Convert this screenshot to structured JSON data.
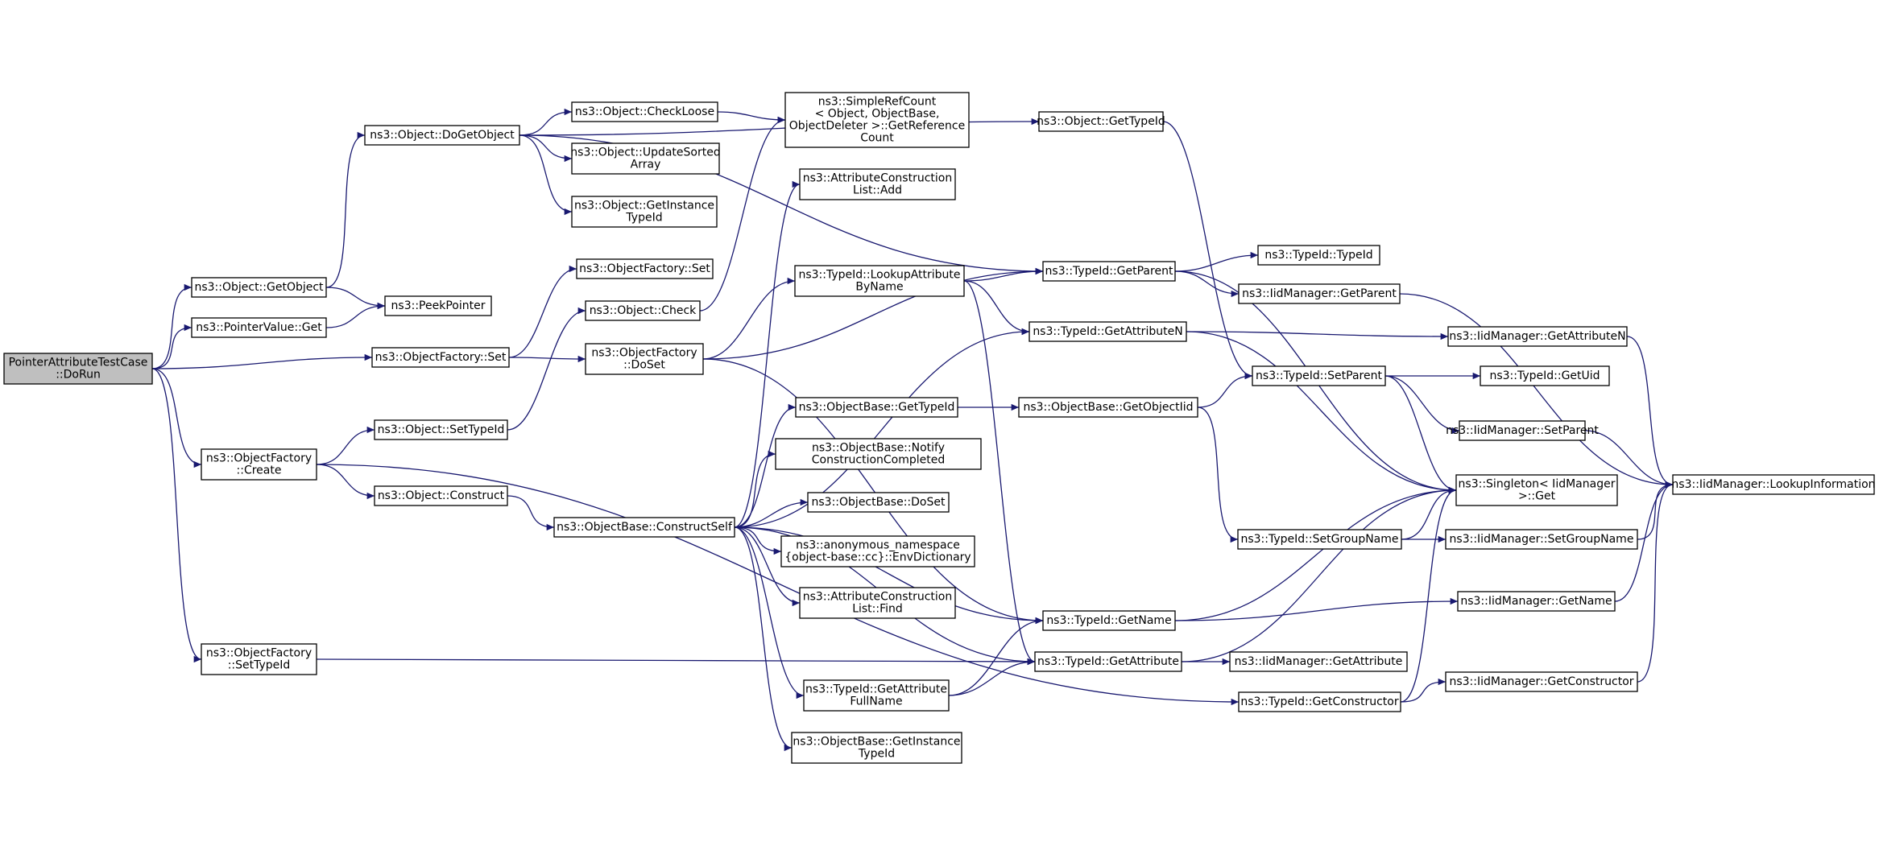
{
  "graph": {
    "edge_color": "#191970",
    "root_fill": "#bfbfbf",
    "nodes": [
      {
        "id": "n0",
        "lines": [
          "PointerAttributeTestCase",
          "::DoRun"
        ],
        "root": true
      },
      {
        "id": "n1",
        "lines": [
          "ns3::Object::GetObject"
        ]
      },
      {
        "id": "n2",
        "lines": [
          "ns3::PointerValue::Get"
        ]
      },
      {
        "id": "n3",
        "lines": [
          "ns3::ObjectFactory::Set"
        ]
      },
      {
        "id": "n4",
        "lines": [
          "ns3::ObjectFactory",
          "::Create"
        ]
      },
      {
        "id": "n5",
        "lines": [
          "ns3::ObjectFactory",
          "::SetTypeId"
        ]
      },
      {
        "id": "n6",
        "lines": [
          "ns3::Object::DoGetObject"
        ]
      },
      {
        "id": "n7",
        "lines": [
          "ns3::PeekPointer"
        ]
      },
      {
        "id": "n8",
        "lines": [
          "ns3::ObjectFactory::Set"
        ]
      },
      {
        "id": "n9",
        "lines": [
          "ns3::Object::Check"
        ]
      },
      {
        "id": "n10",
        "lines": [
          "ns3::ObjectFactory",
          "::DoSet"
        ]
      },
      {
        "id": "n11",
        "lines": [
          "ns3::Object::SetTypeId"
        ]
      },
      {
        "id": "n12",
        "lines": [
          "ns3::Object::Construct"
        ]
      },
      {
        "id": "n13",
        "lines": [
          "ns3::Object::CheckLoose"
        ]
      },
      {
        "id": "n14",
        "lines": [
          "ns3::Object::UpdateSorted",
          "Array"
        ]
      },
      {
        "id": "n15",
        "lines": [
          "ns3::Object::GetInstance",
          "TypeId"
        ]
      },
      {
        "id": "n16",
        "lines": [
          "ns3::SimpleRefCount",
          "< Object, ObjectBase,",
          "ObjectDeleter >::GetReference",
          "Count"
        ]
      },
      {
        "id": "n17",
        "lines": [
          "ns3::AttributeConstruction",
          "List::Add"
        ]
      },
      {
        "id": "n18",
        "lines": [
          "ns3::TypeId::LookupAttribute",
          "ByName"
        ]
      },
      {
        "id": "n19",
        "lines": [
          "ns3::ObjectBase::ConstructSelf"
        ]
      },
      {
        "id": "n20",
        "lines": [
          "ns3::ObjectBase::GetTypeId"
        ]
      },
      {
        "id": "n21",
        "lines": [
          "ns3::ObjectBase::Notify",
          "ConstructionCompleted"
        ]
      },
      {
        "id": "n22",
        "lines": [
          "ns3::ObjectBase::DoSet"
        ]
      },
      {
        "id": "n23",
        "lines": [
          "ns3::anonymous_namespace",
          "{object-base::cc}::EnvDictionary"
        ]
      },
      {
        "id": "n24",
        "lines": [
          "ns3::AttributeConstruction",
          "List::Find"
        ]
      },
      {
        "id": "n25",
        "lines": [
          "ns3::TypeId::GetAttribute",
          "FullName"
        ]
      },
      {
        "id": "n26",
        "lines": [
          "ns3::ObjectBase::GetInstance",
          "TypeId"
        ]
      },
      {
        "id": "n27",
        "lines": [
          "ns3::Object::GetTypeId"
        ]
      },
      {
        "id": "n28",
        "lines": [
          "ns3::TypeId::GetParent"
        ]
      },
      {
        "id": "n29",
        "lines": [
          "ns3::TypeId::GetAttributeN"
        ]
      },
      {
        "id": "n30",
        "lines": [
          "ns3::ObjectBase::GetObjectIid"
        ]
      },
      {
        "id": "n31",
        "lines": [
          "ns3::TypeId::GetName"
        ]
      },
      {
        "id": "n32",
        "lines": [
          "ns3::TypeId::GetAttribute"
        ]
      },
      {
        "id": "n33",
        "lines": [
          "ns3::TypeId::TypeId"
        ]
      },
      {
        "id": "n34",
        "lines": [
          "ns3::IidManager::GetParent"
        ]
      },
      {
        "id": "n35",
        "lines": [
          "ns3::TypeId::SetParent"
        ]
      },
      {
        "id": "n36",
        "lines": [
          "ns3::TypeId::SetGroupName"
        ]
      },
      {
        "id": "n37",
        "lines": [
          "ns3::IidManager::GetAttribute"
        ]
      },
      {
        "id": "n38",
        "lines": [
          "ns3::TypeId::GetConstructor"
        ]
      },
      {
        "id": "n39",
        "lines": [
          "ns3::IidManager::GetAttributeN"
        ]
      },
      {
        "id": "n40",
        "lines": [
          "ns3::TypeId::GetUid"
        ]
      },
      {
        "id": "n41",
        "lines": [
          "ns3::IidManager::SetParent"
        ]
      },
      {
        "id": "n42",
        "lines": [
          "ns3::Singleton< IidManager",
          ">::Get"
        ]
      },
      {
        "id": "n43",
        "lines": [
          "ns3::IidManager::SetGroupName"
        ]
      },
      {
        "id": "n44",
        "lines": [
          "ns3::IidManager::GetName"
        ]
      },
      {
        "id": "n45",
        "lines": [
          "ns3::IidManager::GetConstructor"
        ]
      },
      {
        "id": "n46",
        "lines": [
          "ns3::IidManager::LookupInformation"
        ]
      }
    ],
    "edges": [
      [
        "n0",
        "n1"
      ],
      [
        "n0",
        "n2"
      ],
      [
        "n0",
        "n3"
      ],
      [
        "n0",
        "n4"
      ],
      [
        "n0",
        "n5"
      ],
      [
        "n1",
        "n6"
      ],
      [
        "n1",
        "n7"
      ],
      [
        "n2",
        "n7"
      ],
      [
        "n3",
        "n8"
      ],
      [
        "n3",
        "n10"
      ],
      [
        "n4",
        "n11"
      ],
      [
        "n4",
        "n12"
      ],
      [
        "n4",
        "n38"
      ],
      [
        "n5",
        "n32"
      ],
      [
        "n6",
        "n27"
      ],
      [
        "n6",
        "n13"
      ],
      [
        "n6",
        "n14"
      ],
      [
        "n6",
        "n15"
      ],
      [
        "n6",
        "n28"
      ],
      [
        "n13",
        "n16"
      ],
      [
        "n11",
        "n9"
      ],
      [
        "n9",
        "n16"
      ],
      [
        "n10",
        "n18"
      ],
      [
        "n10",
        "n28"
      ],
      [
        "n10",
        "n31"
      ],
      [
        "n12",
        "n19"
      ],
      [
        "n19",
        "n17"
      ],
      [
        "n19",
        "n29"
      ],
      [
        "n19",
        "n20"
      ],
      [
        "n19",
        "n21"
      ],
      [
        "n19",
        "n22"
      ],
      [
        "n19",
        "n23"
      ],
      [
        "n19",
        "n24"
      ],
      [
        "n19",
        "n25"
      ],
      [
        "n19",
        "n26"
      ],
      [
        "n19",
        "n31"
      ],
      [
        "n19",
        "n32"
      ],
      [
        "n18",
        "n28"
      ],
      [
        "n18",
        "n29"
      ],
      [
        "n18",
        "n32"
      ],
      [
        "n20",
        "n30"
      ],
      [
        "n30",
        "n35"
      ],
      [
        "n30",
        "n36"
      ],
      [
        "n25",
        "n31"
      ],
      [
        "n25",
        "n32"
      ],
      [
        "n27",
        "n35"
      ],
      [
        "n28",
        "n33"
      ],
      [
        "n28",
        "n34"
      ],
      [
        "n28",
        "n42"
      ],
      [
        "n29",
        "n39"
      ],
      [
        "n29",
        "n42"
      ],
      [
        "n31",
        "n44"
      ],
      [
        "n31",
        "n42"
      ],
      [
        "n32",
        "n37"
      ],
      [
        "n32",
        "n42"
      ],
      [
        "n38",
        "n45"
      ],
      [
        "n38",
        "n42"
      ],
      [
        "n35",
        "n40"
      ],
      [
        "n35",
        "n41"
      ],
      [
        "n35",
        "n42"
      ],
      [
        "n36",
        "n43"
      ],
      [
        "n36",
        "n42"
      ],
      [
        "n34",
        "n46"
      ],
      [
        "n39",
        "n46"
      ],
      [
        "n41",
        "n46"
      ],
      [
        "n43",
        "n46"
      ],
      [
        "n44",
        "n46"
      ],
      [
        "n45",
        "n46"
      ]
    ]
  }
}
